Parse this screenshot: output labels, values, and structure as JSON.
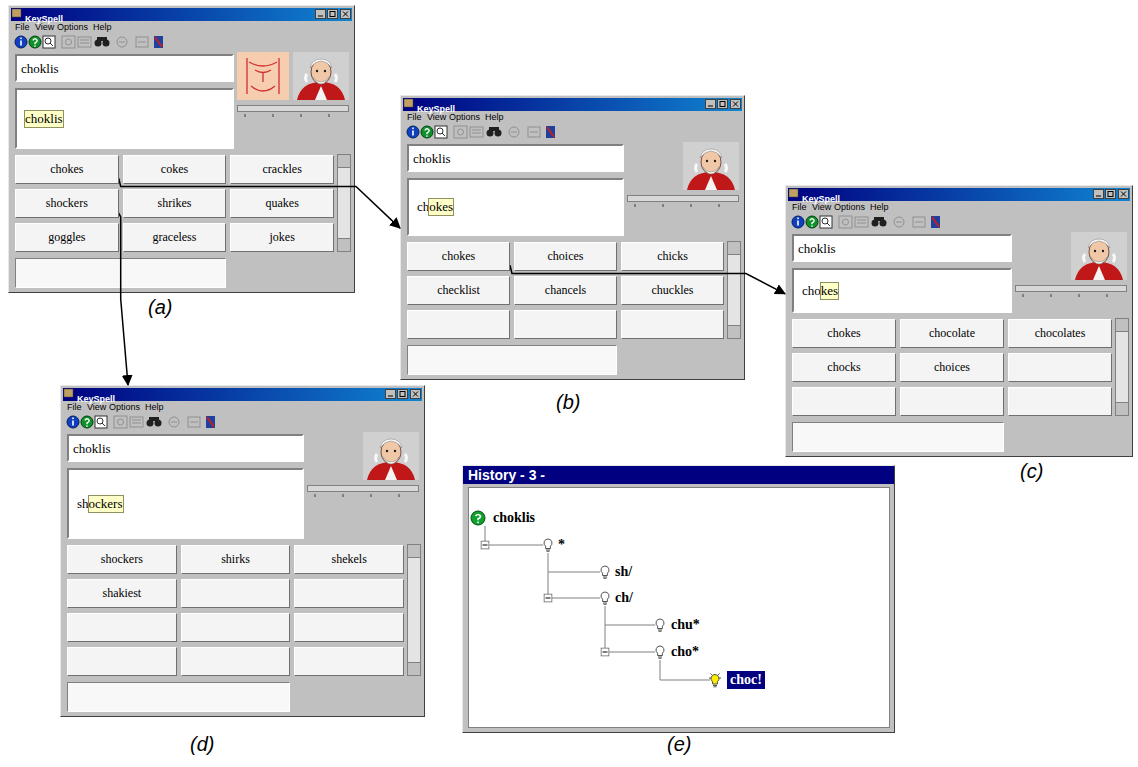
{
  "diagram": {
    "nodes": [
      {
        "text": [
          "KeySpell"
        ]
      },
      {
        "text": [
          "choklis"
        ],
        "in": 0
      },
      {
        "text": [
          "choklis"
        ],
        "in": 0
      },
      {
        "text": [
          "chokes"
        ],
        "in": 0
      },
      {
        "text": [
          "cokes"
        ],
        "in": 0
      },
      {
        "text": [
          "crackles"
        ],
        "in": 0
      },
      {
        "text": [
          "shockers"
        ],
        "in": 0
      },
      {
        "text": [
          "shrikes"
        ],
        "in": 0
      },
      {
        "text": [
          "quakes"
        ],
        "in": 0
      },
      {
        "text": [
          "goggles"
        ],
        "in": 0
      },
      {
        "text": [
          "graceless"
        ],
        "in": 0
      },
      {
        "text": [
          "jokes"
        ],
        "in": 0
      },
      {
        "text": [
          "KeySpell"
        ]
      },
      {
        "text": [
          "choklis"
        ],
        "in": 12
      },
      {
        "text": [
          "ch",
          "okes"
        ],
        "in": 12
      },
      {
        "text": [
          "chokes"
        ],
        "in": 12
      },
      {
        "text": [
          "choices"
        ],
        "in": 12
      },
      {
        "text": [
          "chicks"
        ],
        "in": 12
      },
      {
        "text": [
          "checklist"
        ],
        "in": 12
      },
      {
        "text": [
          "chancels"
        ],
        "in": 12
      },
      {
        "text": [
          "chuckles"
        ],
        "in": 12
      },
      {
        "text": [
          "KeySpell"
        ]
      },
      {
        "text": [
          "choklis"
        ],
        "in": 21
      },
      {
        "text": [
          "cho",
          "kes"
        ],
        "in": 21
      },
      {
        "text": [
          "chokes"
        ],
        "in": 21
      },
      {
        "text": [
          "chocolate"
        ],
        "in": 21
      },
      {
        "text": [
          "chocolates"
        ],
        "in": 21
      },
      {
        "text": [
          "chocks"
        ],
        "in": 21
      },
      {
        "text": [
          "choices"
        ],
        "in": 21
      },
      {
        "text": [
          "KeySpell"
        ]
      },
      {
        "text": [
          "choklis"
        ],
        "in": 29
      },
      {
        "text": [
          "sh",
          "ockers"
        ],
        "in": 29
      },
      {
        "text": [
          "shockers"
        ],
        "in": 29
      },
      {
        "text": [
          "shirks"
        ],
        "in": 29
      },
      {
        "text": [
          "shekels"
        ],
        "in": 29
      },
      {
        "text": [
          "shakiest"
        ],
        "in": 29
      },
      {
        "text": [
          "History - 3 -"
        ]
      },
      {
        "text": [
          "choc!"
        ],
        "in": 36
      }
    ],
    "edges": [
      {
        "from": 3,
        "to": 12,
        "arrow": "to"
      },
      {
        "from": 6,
        "to": 29,
        "arrow": "to"
      },
      {
        "from": 15,
        "to": 21,
        "arrow": "to"
      }
    ],
    "labels": [
      "File",
      "View",
      "Options",
      "Help",
      "(a)",
      "File",
      "View",
      "Options",
      "Help",
      "(b)",
      "File",
      "View",
      "Options",
      "Help",
      "(c)",
      "File",
      "View",
      "Options",
      "Help",
      "(d)",
      "choklis",
      "*",
      "sh/",
      "ch/",
      "chu*",
      "cho*",
      "(e)"
    ]
  }
}
